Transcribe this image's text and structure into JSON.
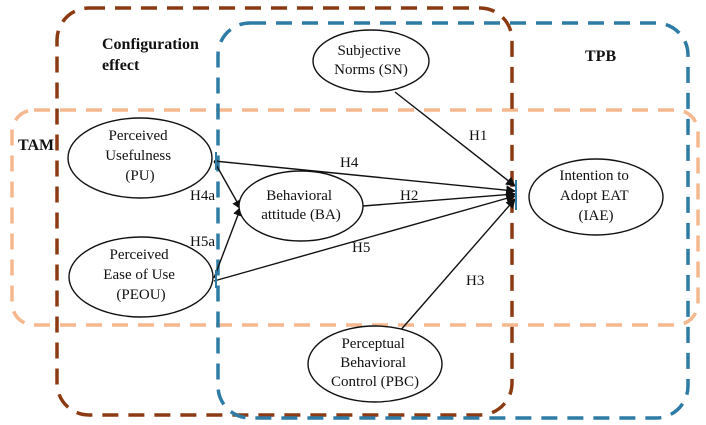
{
  "groups": {
    "config": {
      "label_lines": [
        "Configuration",
        "effect"
      ],
      "color": "#8B3A12"
    },
    "tpb": {
      "label": "TPB",
      "color": "#2E7BA6"
    },
    "tam": {
      "label": "TAM",
      "color": "#F5B88E"
    }
  },
  "nodes": {
    "pu": {
      "lines": [
        "Perceived",
        "Usefulness",
        "(PU)"
      ]
    },
    "peou": {
      "lines": [
        "Perceived",
        "Ease of Use",
        "(PEOU)"
      ]
    },
    "ba": {
      "lines": [
        "Behavioral",
        "attitude (BA)"
      ]
    },
    "sn": {
      "lines": [
        "Subjective",
        "Norms (SN)"
      ]
    },
    "pbc": {
      "lines": [
        "Perceptual",
        "Behavioral",
        "Control (PBC)"
      ]
    },
    "iae": {
      "lines": [
        "Intention to",
        "Adopt EAT",
        "(IAE)"
      ]
    }
  },
  "edges": {
    "h1": {
      "label": "H1"
    },
    "h2": {
      "label": "H2"
    },
    "h3": {
      "label": "H3"
    },
    "h4": {
      "label": "H4"
    },
    "h5": {
      "label": "H5"
    },
    "h4a": {
      "label": "H4a"
    },
    "h5a": {
      "label": "H5a"
    }
  }
}
